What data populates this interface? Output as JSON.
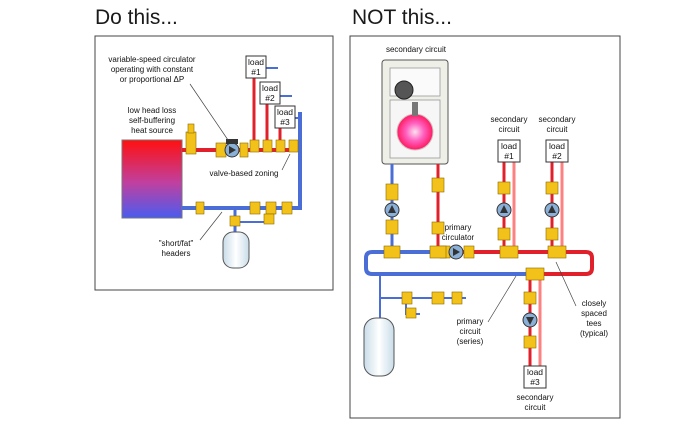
{
  "headings": {
    "left": "Do this...",
    "right": "NOT this..."
  },
  "left_panel": {
    "circulator_note": [
      "variable-speed circulator",
      "operating with constant",
      "or proportional ΔP"
    ],
    "heat_source_note": [
      "low head loss",
      "self-buffering",
      "heat source"
    ],
    "zoning_note": "valve-based zoning",
    "headers_note": [
      "\"short/fat\"",
      "headers"
    ],
    "loads": [
      {
        "lines": [
          "load",
          "#1"
        ]
      },
      {
        "lines": [
          "load",
          "#2"
        ]
      },
      {
        "lines": [
          "load",
          "#3"
        ]
      }
    ]
  },
  "right_panel": {
    "boiler_note": "secondary circuit",
    "secondary_top_1": [
      "secondary",
      "circuit"
    ],
    "secondary_top_2": [
      "secondary",
      "circuit"
    ],
    "primary_circulator_note": [
      "primary",
      "circulator"
    ],
    "primary_circuit_note": [
      "primary",
      "circuit",
      "(series)"
    ],
    "tees_note": [
      "closely",
      "spaced",
      "tees",
      "(typical)"
    ],
    "secondary_bottom": [
      "secondary",
      "circuit"
    ],
    "loads": [
      {
        "lines": [
          "load",
          "#1"
        ]
      },
      {
        "lines": [
          "load",
          "#2"
        ]
      },
      {
        "lines": [
          "load",
          "#3"
        ]
      }
    ]
  },
  "colors": {
    "supply": "#e0202a",
    "return": "#4a6ed6",
    "return_light": "#7fa0f0",
    "valve": "#f2c21a",
    "outline": "#555555"
  }
}
